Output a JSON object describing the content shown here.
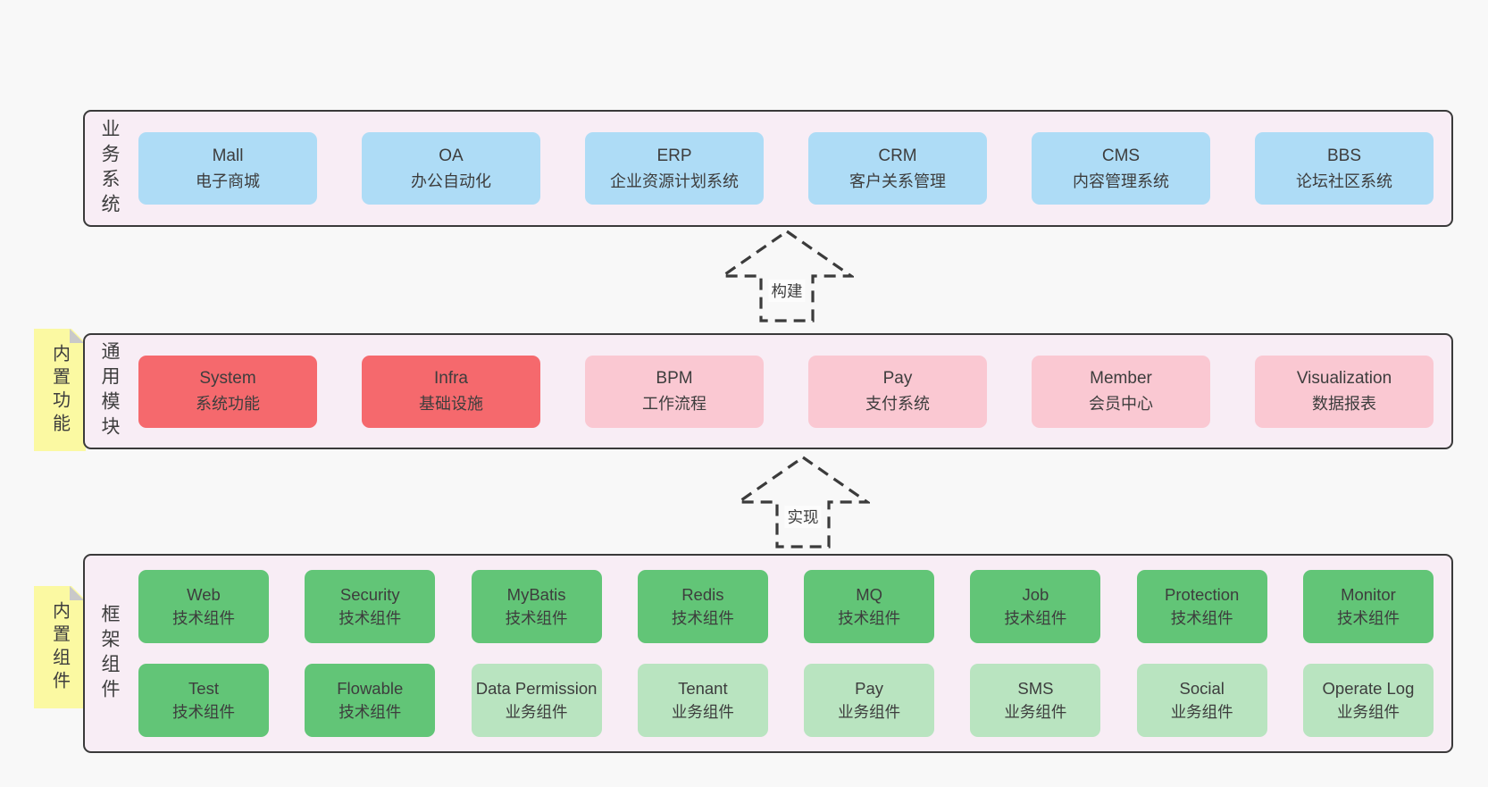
{
  "colors": {
    "page_bg": "#f8f8f8",
    "band_bg": "#f8edf5",
    "band_border": "#3a3a3a",
    "blue_box": "#aedcf6",
    "red_box": "#f5696d",
    "pink_box": "#fac8d2",
    "green_box": "#62c577",
    "light_green_box": "#b9e4c0",
    "sticky_yellow": "#fbf9a2",
    "text": "#3d3d3d"
  },
  "arrows": [
    {
      "label": "构建"
    },
    {
      "label": "实现"
    }
  ],
  "bands": [
    {
      "label": "业务系统",
      "boxes": [
        {
          "title": "Mall",
          "subtitle": "电子商城",
          "color": "blue"
        },
        {
          "title": "OA",
          "subtitle": "办公自动化",
          "color": "blue"
        },
        {
          "title": "ERP",
          "subtitle": "企业资源计划系统",
          "color": "blue"
        },
        {
          "title": "CRM",
          "subtitle": "客户关系管理",
          "color": "blue"
        },
        {
          "title": "CMS",
          "subtitle": "内容管理系统",
          "color": "blue"
        },
        {
          "title": "BBS",
          "subtitle": "论坛社区系统",
          "color": "blue"
        }
      ]
    },
    {
      "label": "通用模块",
      "sticky": "内置功能",
      "boxes": [
        {
          "title": "System",
          "subtitle": "系统功能",
          "color": "red"
        },
        {
          "title": "Infra",
          "subtitle": "基础设施",
          "color": "red"
        },
        {
          "title": "BPM",
          "subtitle": "工作流程",
          "color": "pink"
        },
        {
          "title": "Pay",
          "subtitle": "支付系统",
          "color": "pink"
        },
        {
          "title": "Member",
          "subtitle": "会员中心",
          "color": "pink"
        },
        {
          "title": "Visualization",
          "subtitle": "数据报表",
          "color": "pink"
        }
      ]
    },
    {
      "label": "框架组件",
      "sticky": "内置组件",
      "rows": [
        [
          {
            "title": "Web",
            "subtitle": "技术组件",
            "color": "green"
          },
          {
            "title": "Security",
            "subtitle": "技术组件",
            "color": "green"
          },
          {
            "title": "MyBatis",
            "subtitle": "技术组件",
            "color": "green"
          },
          {
            "title": "Redis",
            "subtitle": "技术组件",
            "color": "green"
          },
          {
            "title": "MQ",
            "subtitle": "技术组件",
            "color": "green"
          },
          {
            "title": "Job",
            "subtitle": "技术组件",
            "color": "green"
          },
          {
            "title": "Protection",
            "subtitle": "技术组件",
            "color": "green"
          },
          {
            "title": "Monitor",
            "subtitle": "技术组件",
            "color": "green"
          }
        ],
        [
          {
            "title": "Test",
            "subtitle": "技术组件",
            "color": "green"
          },
          {
            "title": "Flowable",
            "subtitle": "技术组件",
            "color": "green"
          },
          {
            "title": "Data Permission",
            "subtitle": "业务组件",
            "color": "green-light"
          },
          {
            "title": "Tenant",
            "subtitle": "业务组件",
            "color": "green-light"
          },
          {
            "title": "Pay",
            "subtitle": "业务组件",
            "color": "green-light"
          },
          {
            "title": "SMS",
            "subtitle": "业务组件",
            "color": "green-light"
          },
          {
            "title": "Social",
            "subtitle": "业务组件",
            "color": "green-light"
          },
          {
            "title": "Operate Log",
            "subtitle": "业务组件",
            "color": "green-light"
          }
        ]
      ]
    }
  ]
}
